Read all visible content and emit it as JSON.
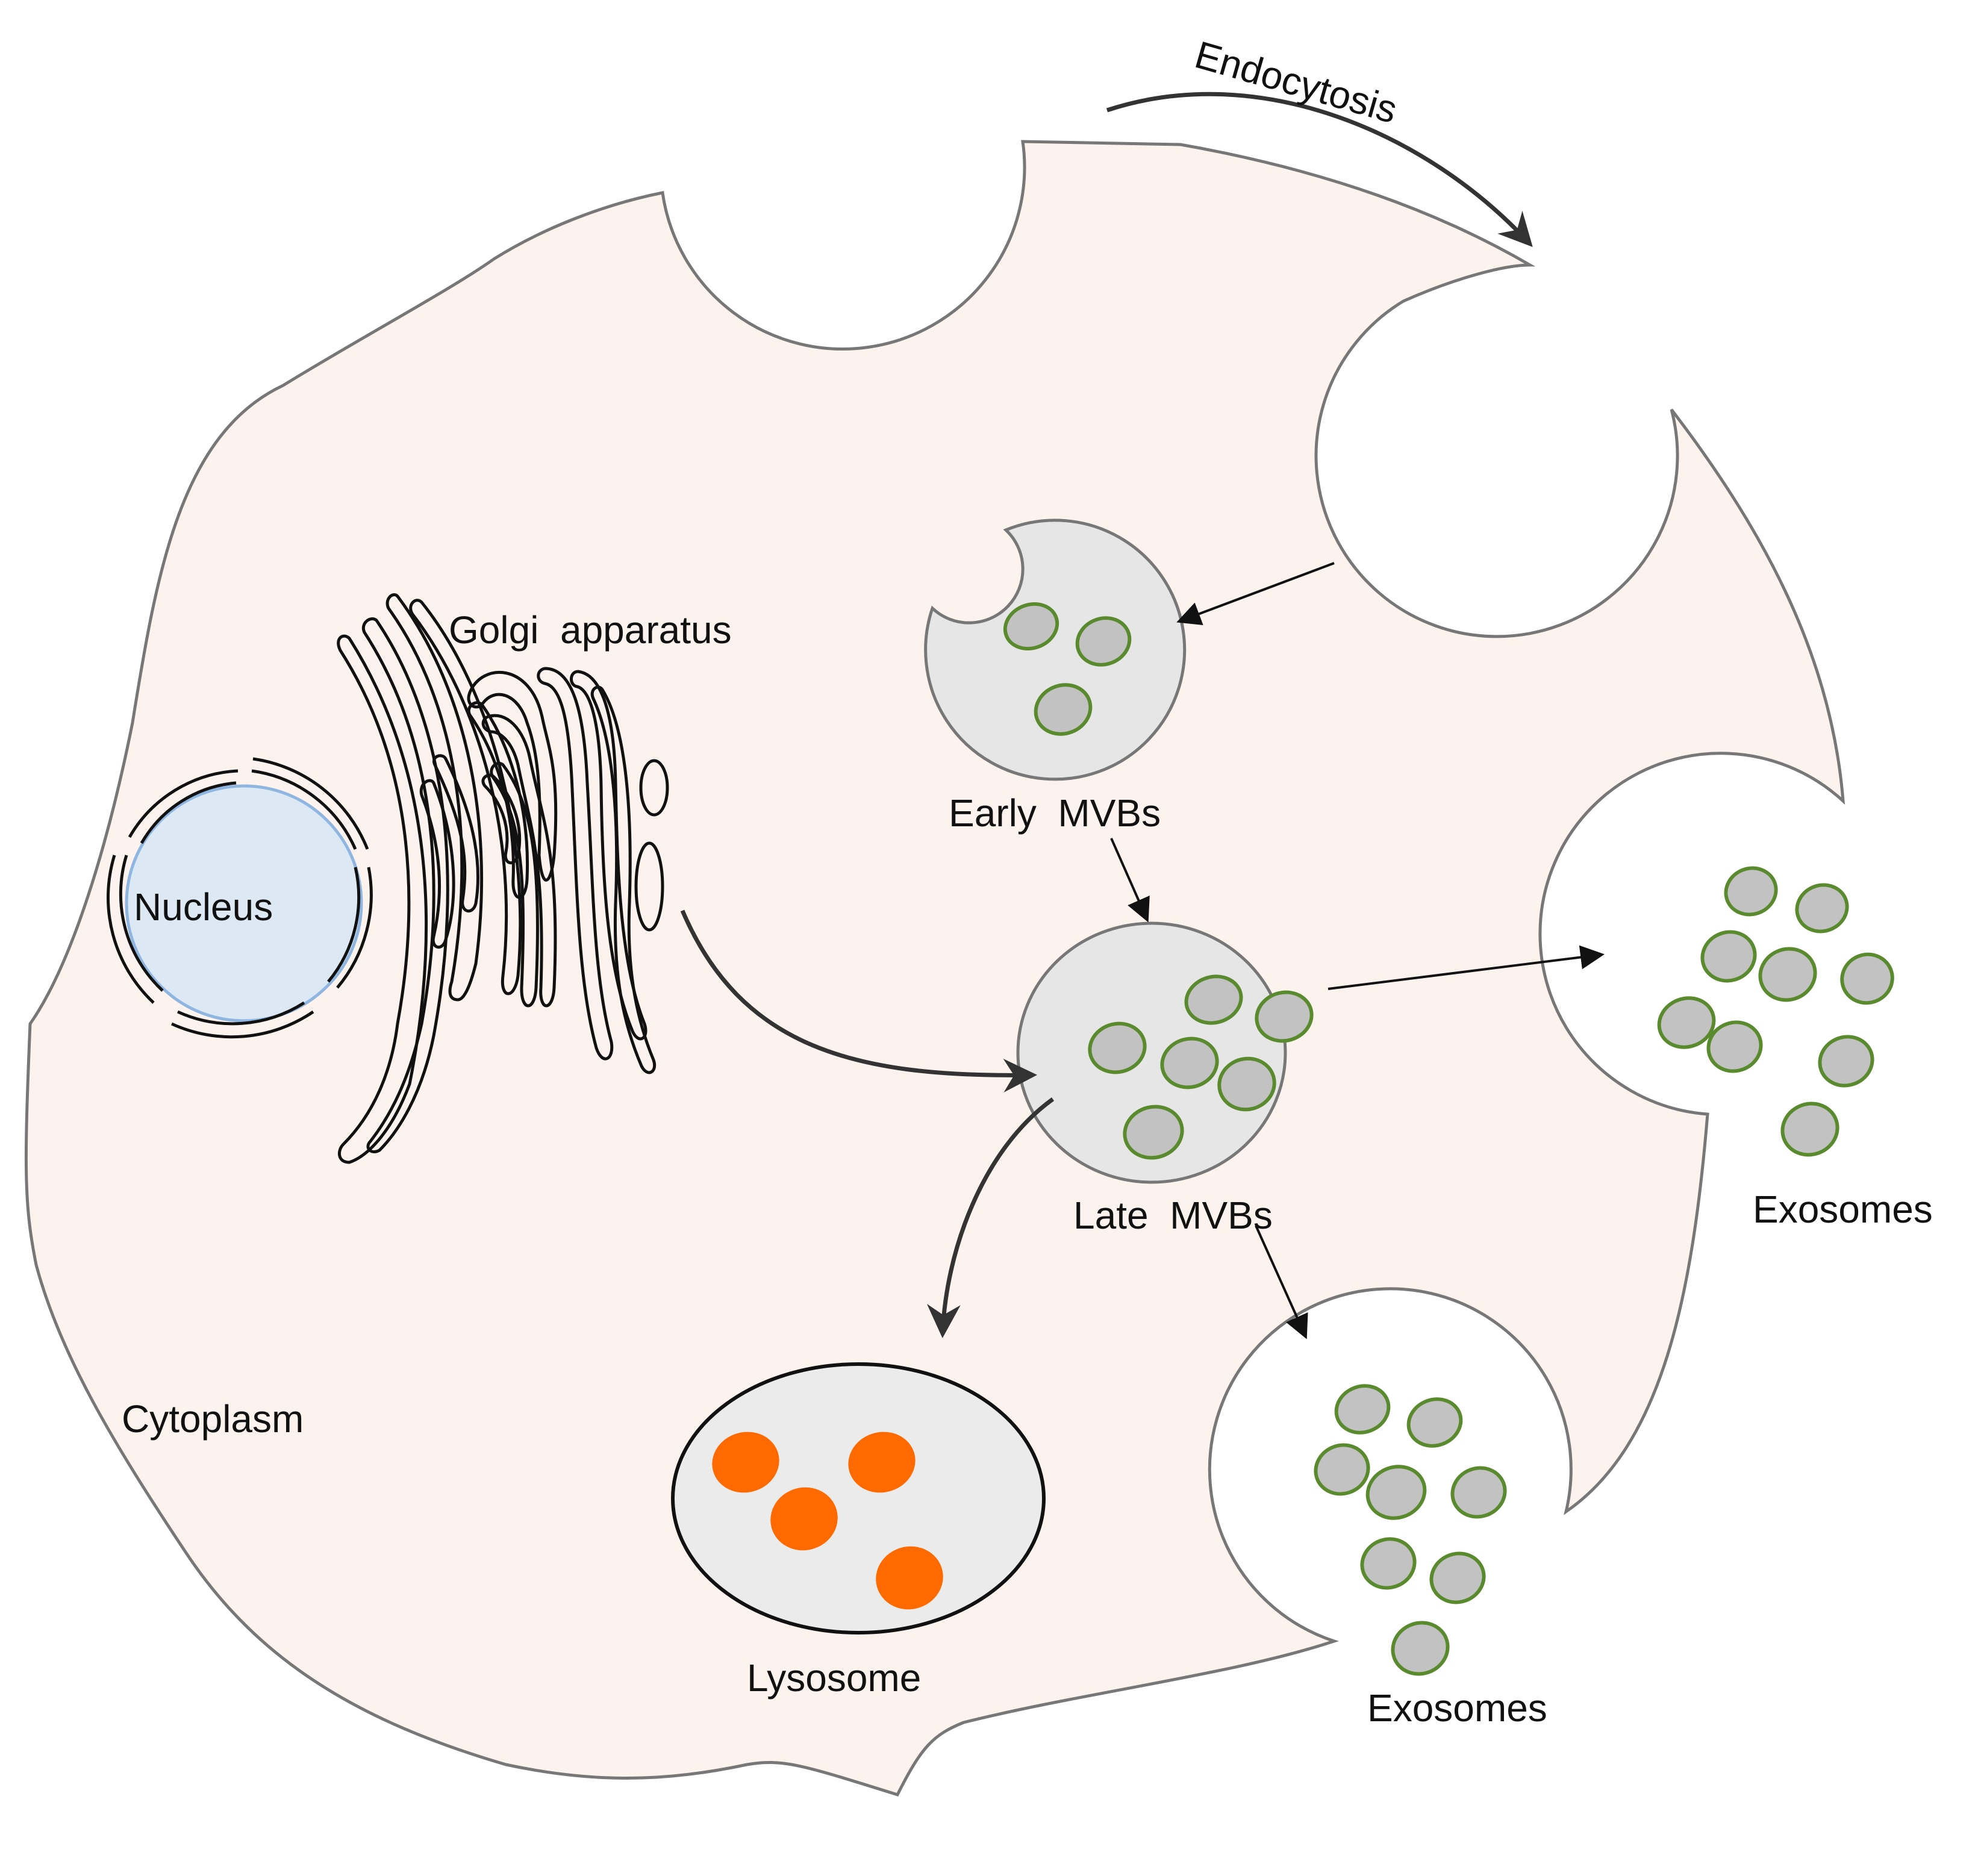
{
  "labels": {
    "endocytosis": "Endocytosis",
    "golgi": "Golgi  apparatus",
    "nucleus": "Nucleus",
    "early_mvbs": "Early  MVBs",
    "late_mvbs": "Late  MVBs",
    "exosomes_right": "Exosomes",
    "exosomes_bottom": "Exosomes",
    "lysosome": "Lysosome",
    "cytoplasm": "Cytoplasm"
  },
  "colors": {
    "cytoplasm_fill": "#fdf3ee",
    "membrane_stroke": "#777777",
    "nucleus_fill": "#dce8f4",
    "nucleus_outline": "#8fb6e0",
    "vesicle_fill": "#c2c2c2",
    "vesicle_stroke": "#5a8a2e",
    "mvb_fill": "#e6e6e6",
    "lysosome_fill": "#ebebeb",
    "lysosome_granule": "#ff6a00",
    "arrow": "#333333"
  }
}
